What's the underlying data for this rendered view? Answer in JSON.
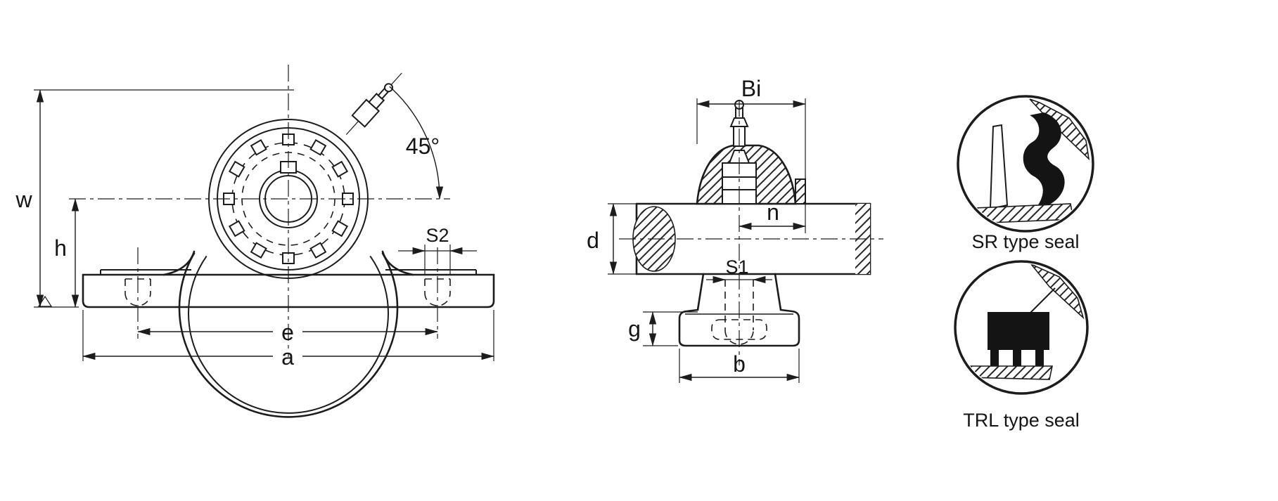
{
  "colors": {
    "background": "#ffffff",
    "line": "#1c1c1c"
  },
  "front_view": {
    "labels": {
      "w": "w",
      "h": "h",
      "e": "e",
      "a": "a",
      "s2": "S2",
      "angle": "45°"
    }
  },
  "side_view": {
    "labels": {
      "bi": "Bi",
      "n": "n",
      "d": "d",
      "s1": "S1",
      "g": "g",
      "b": "b"
    }
  },
  "seal_details": [
    {
      "caption": "SR type seal"
    },
    {
      "caption": "TRL type seal"
    }
  ]
}
